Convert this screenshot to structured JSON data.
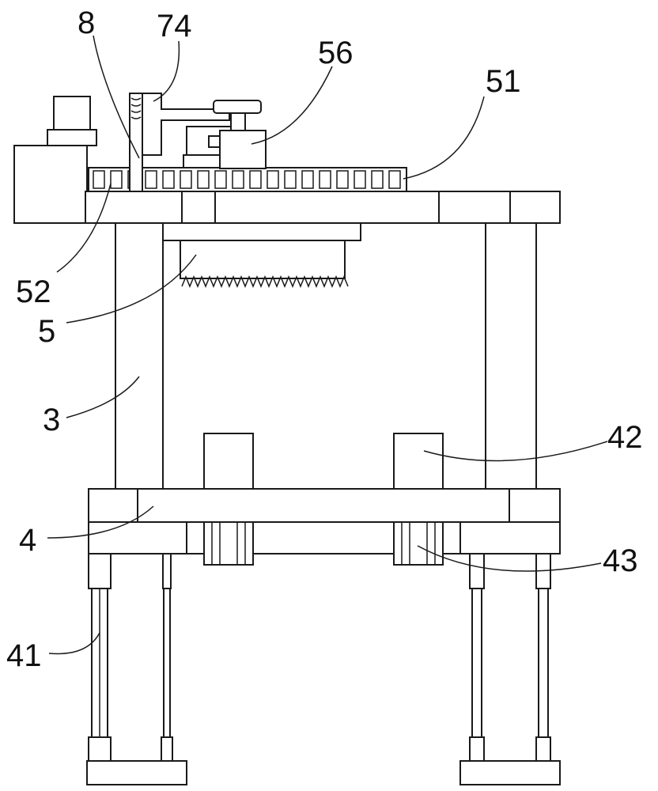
{
  "labels": {
    "l8": "8",
    "l74": "74",
    "l56": "56",
    "l51": "51",
    "l52": "52",
    "l5": "5",
    "l3": "3",
    "l42": "42",
    "l4": "4",
    "l43": "43",
    "l41": "41"
  }
}
